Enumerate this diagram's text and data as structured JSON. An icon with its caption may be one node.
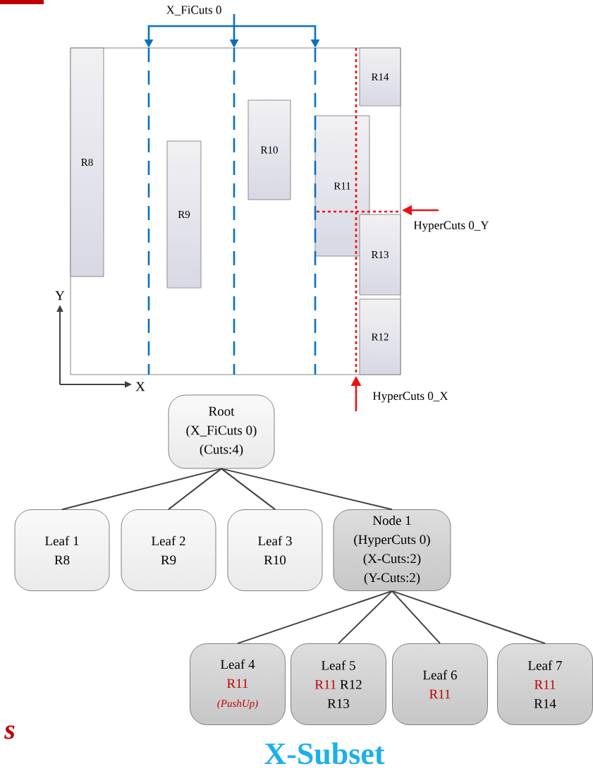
{
  "diagram": {
    "nodes": [
      {
        "text": [],
        "shape": "box"
      },
      {
        "text": [
          "R8"
        ],
        "in": 0
      },
      {
        "text": [
          "R14"
        ],
        "in": 0
      },
      {
        "text": [
          "R10"
        ],
        "in": 0
      },
      {
        "text": [
          "R11"
        ],
        "in": 0
      },
      {
        "text": [
          "R9"
        ],
        "in": 0
      },
      {
        "text": [
          "R13"
        ],
        "in": 0
      },
      {
        "text": [
          "R12"
        ],
        "in": 0
      },
      {
        "text": [
          "Root",
          "(X_FiCuts 0)",
          "(Cuts:4)"
        ]
      },
      {
        "text": [
          "Leaf 1",
          "R8"
        ]
      },
      {
        "text": [
          "Leaf 2",
          "R9"
        ]
      },
      {
        "text": [
          "Leaf 3",
          "R10"
        ]
      },
      {
        "text": [
          "Node 1",
          "(HyperCuts 0)",
          "(X-Cuts:2)",
          "(Y-Cuts:2)"
        ]
      },
      {
        "text": [
          "Leaf 4",
          "R11",
          "(PushUp)"
        ]
      },
      {
        "text": [
          "Leaf 5",
          "R11",
          "R12",
          "R13"
        ]
      },
      {
        "text": [
          "Leaf 6",
          "R11"
        ]
      },
      {
        "text": [
          "Leaf 7",
          "R11",
          "R14"
        ]
      }
    ],
    "edges": [
      {
        "from": 8,
        "to": 9,
        "arrow": "none"
      },
      {
        "from": 8,
        "to": 10,
        "arrow": "none"
      },
      {
        "from": 8,
        "to": 11,
        "arrow": "none"
      },
      {
        "from": 8,
        "to": 12,
        "arrow": "none"
      },
      {
        "from": 12,
        "to": 13,
        "arrow": "none"
      },
      {
        "from": 12,
        "to": 14,
        "arrow": "none"
      },
      {
        "from": 12,
        "to": 15,
        "arrow": "none"
      },
      {
        "from": 12,
        "to": 16,
        "arrow": "none"
      }
    ],
    "labels": [
      "X_FiCuts 0",
      "HyperCuts 0_Y",
      "Y",
      "X",
      "HyperCuts 0_X",
      "s",
      "X-Subset"
    ]
  }
}
